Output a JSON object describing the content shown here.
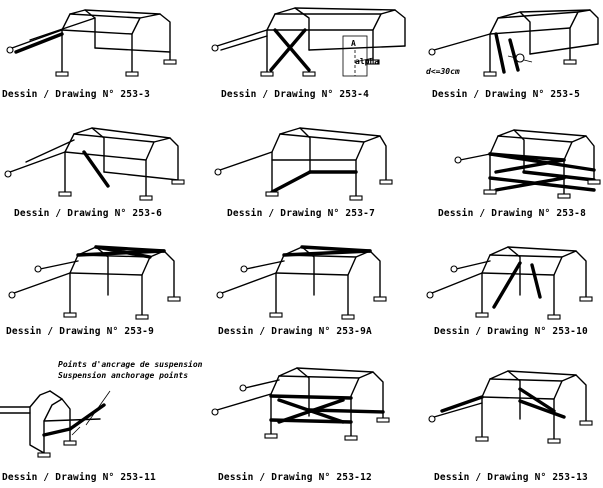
{
  "drawings": [
    {
      "caption": "Dessin / Drawing N° 253-3"
    },
    {
      "caption": "Dessin / Drawing N° 253-4",
      "annotations": {
        "detail": "A",
        "angle": "alpha"
      }
    },
    {
      "caption": "Dessin / Drawing N° 253-5",
      "annotations": {
        "distance": "d<=30cm"
      }
    },
    {
      "caption": "Dessin / Drawing N° 253-6"
    },
    {
      "caption": "Dessin / Drawing N° 253-7"
    },
    {
      "caption": "Dessin / Drawing N° 253-8"
    },
    {
      "caption": "Dessin / Drawing N° 253-9"
    },
    {
      "caption": "Dessin / Drawing N° 253-9A"
    },
    {
      "caption": "Dessin / Drawing N° 253-10"
    },
    {
      "caption": "Dessin / Drawing N° 253-11",
      "annotations": {
        "note_fr": "Points d'ancrage de suspension",
        "note_en": "Suspension anchorage points"
      }
    },
    {
      "caption": "Dessin / Drawing N° 253-12"
    },
    {
      "caption": "Dessin / Drawing N° 253-13"
    }
  ]
}
